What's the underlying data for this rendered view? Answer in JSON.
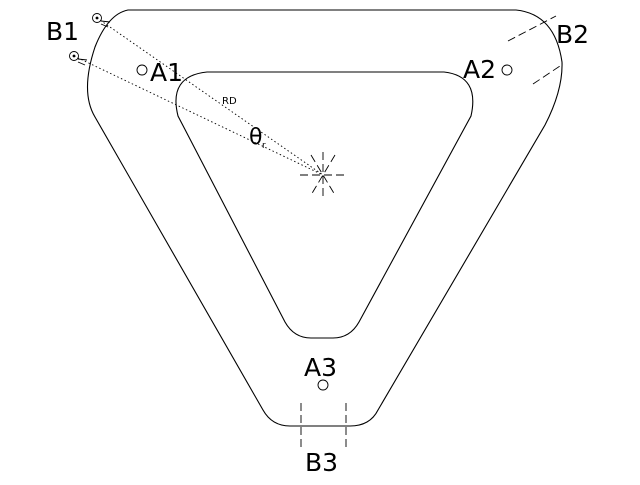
{
  "labels": {
    "b1": "B1",
    "b2": "B2",
    "b3": "B3",
    "a1": "A1",
    "a2": "A2",
    "a3": "A3",
    "rd": "RD",
    "theta": "θ",
    "theta_sub": "r"
  }
}
